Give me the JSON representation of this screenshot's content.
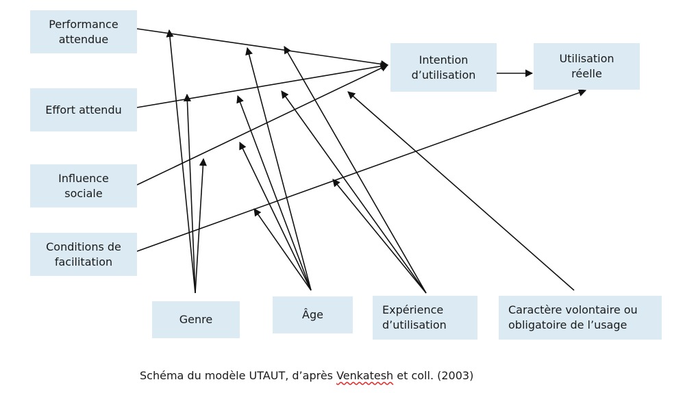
{
  "nodes": {
    "performance": "Performance\nattendue",
    "effort": "Effort attendu",
    "influence": "Influence\nsociale",
    "conditions": "Conditions de\nfacilitation",
    "intention": "Intention\nd’utilisation",
    "utilisation": "Utilisation\nréelle",
    "genre": "Genre",
    "age": "Âge",
    "experience": "Expérience\nd’utilisation",
    "caractere": "Caractère volontaire ou\nobligatoire de l’usage"
  },
  "caption": {
    "prefix": "Schéma du modèle UTAUT, d’après ",
    "author": "Venkatesh",
    "suffix": " et coll. (2003)"
  },
  "colors": {
    "box_fill": "#dbeaf3",
    "arrow": "#111111"
  }
}
